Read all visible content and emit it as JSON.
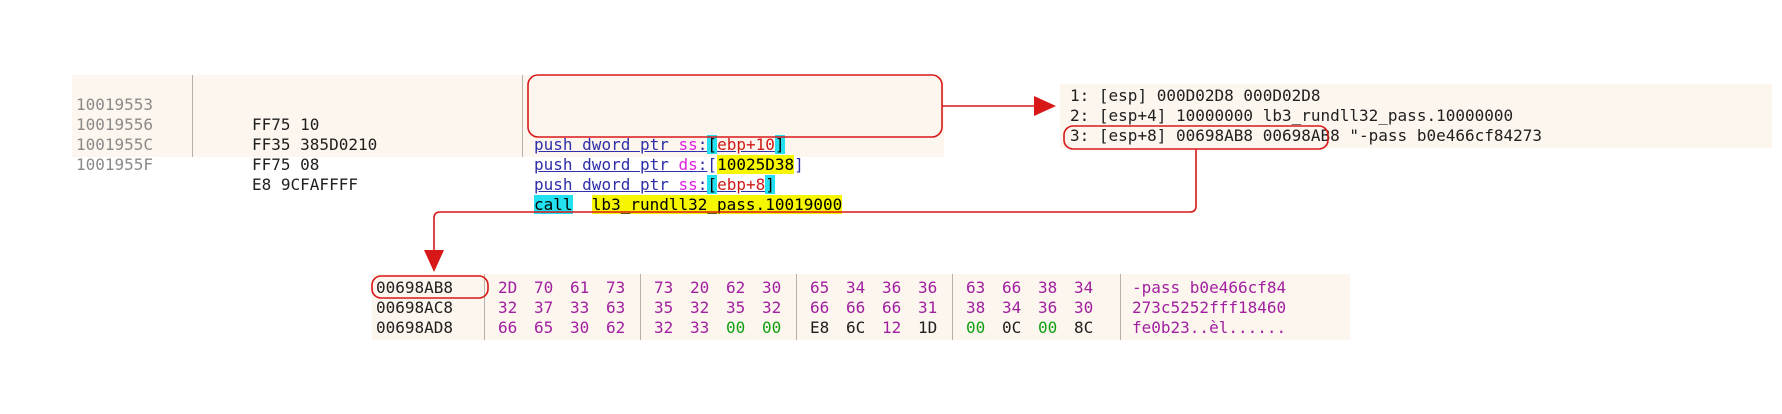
{
  "disasm": {
    "rows": [
      {
        "address": "10019553",
        "bytes": "FF75 10",
        "mnemonic": "push",
        "size": "dword ptr",
        "segment": "ss",
        "operand": "ebp+10"
      },
      {
        "address": "10019556",
        "bytes": "FF35 385D0210",
        "mnemonic": "push",
        "size": "dword ptr",
        "segment": "ds",
        "operand": "10025D38"
      },
      {
        "address": "1001955C",
        "bytes": "FF75 08",
        "mnemonic": "push",
        "size": "dword ptr",
        "segment": "ss",
        "operand": "ebp+8"
      },
      {
        "address": "1001955F",
        "bytes": "E8 9CFAFFFF",
        "mnemonic": "call",
        "target": "lb3_rundll32_pass.10019000"
      }
    ]
  },
  "stack": {
    "rows": [
      {
        "index": "1:",
        "ref": "[esp]",
        "value": "000D02D8",
        "comment": "000D02D8"
      },
      {
        "index": "2:",
        "ref": "[esp+4]",
        "value": "10000000",
        "comment": "lb3_rundll32_pass.10000000"
      },
      {
        "index": "3:",
        "ref": "[esp+8]",
        "value": "00698AB8",
        "comment": "00698AB8 \"-pass b0e466cf84273"
      }
    ]
  },
  "dump": {
    "rows": [
      {
        "address": "00698AB8",
        "bytes": [
          "2D",
          "70",
          "61",
          "73",
          "73",
          "20",
          "62",
          "30",
          "65",
          "34",
          "36",
          "36",
          "63",
          "66",
          "38",
          "34"
        ],
        "ascii": "-pass b0e466cf84"
      },
      {
        "address": "00698AC8",
        "bytes": [
          "32",
          "37",
          "33",
          "63",
          "35",
          "32",
          "35",
          "32",
          "66",
          "66",
          "66",
          "31",
          "38",
          "34",
          "36",
          "30"
        ],
        "ascii": "273c5252fff18460"
      },
      {
        "address": "00698AD8",
        "bytes": [
          "66",
          "65",
          "30",
          "62",
          "32",
          "33",
          "00",
          "00",
          "E8",
          "6C",
          "12",
          "1D",
          "00",
          "0C",
          "00",
          "8C"
        ],
        "ascii": "fe0b23..èl......"
      }
    ]
  },
  "colors": {
    "arrow": "#d81818",
    "panel_bg": "#fdf6ee",
    "highlight_cyan": "#22e0f0",
    "highlight_yellow": "#f6f600"
  }
}
